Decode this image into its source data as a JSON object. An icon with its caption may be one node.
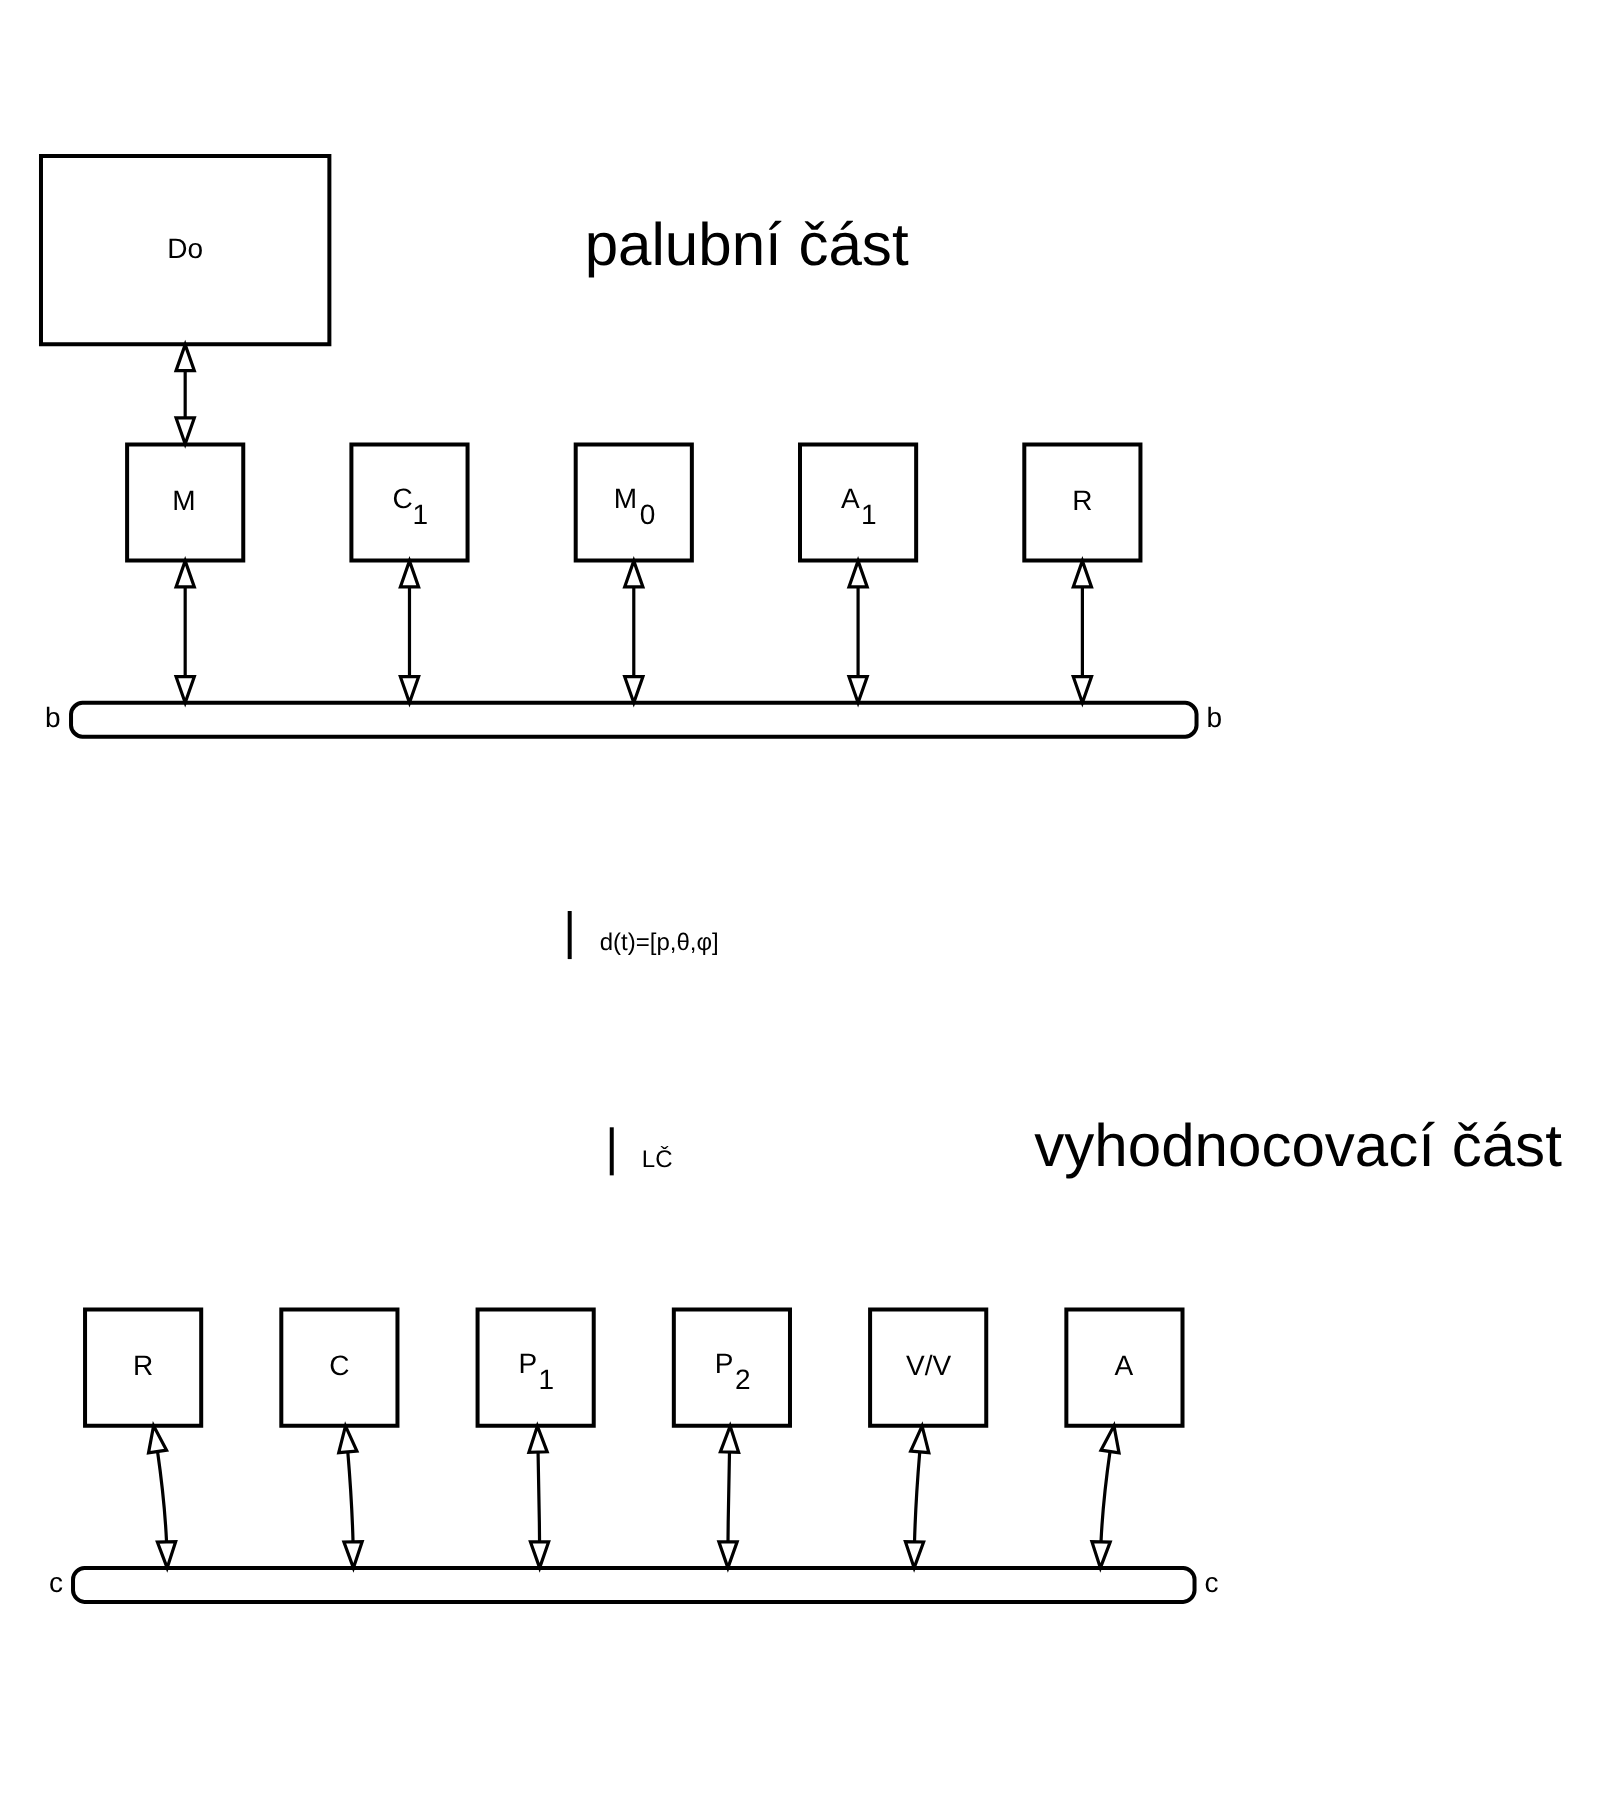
{
  "diagram": {
    "nodes": [
      {
        "text": [
          "Do"
        ]
      },
      {
        "text": [
          "M"
        ]
      },
      {
        "text": [
          "C$_{1}$"
        ]
      },
      {
        "text": [
          "M$_{0}$"
        ]
      },
      {
        "text": [
          "A$_{1}$"
        ]
      },
      {
        "text": [
          "R"
        ]
      },
      {
        "text": [],
        "shape": "bar",
        "beside": [
          "b",
          "b"
        ]
      },
      {
        "text": [
          "R"
        ]
      },
      {
        "text": [
          "C"
        ]
      },
      {
        "text": [
          "P$_{1}$"
        ]
      },
      {
        "text": [
          "P$_{2}$"
        ]
      },
      {
        "text": [
          "V/V"
        ]
      },
      {
        "text": [
          "A"
        ]
      },
      {
        "text": [],
        "shape": "bar",
        "beside": [
          "c",
          "c"
        ]
      }
    ],
    "edges": [
      {
        "from": 0,
        "to": 1,
        "arrow": "both"
      },
      {
        "from": 1,
        "to": 6,
        "arrow": "both"
      },
      {
        "from": 2,
        "to": 6,
        "arrow": "both"
      },
      {
        "from": 3,
        "to": 6,
        "arrow": "both"
      },
      {
        "from": 4,
        "to": 6,
        "arrow": "both"
      },
      {
        "from": 5,
        "to": 6,
        "arrow": "both"
      },
      {
        "from": 7,
        "to": 13,
        "arrow": "both"
      },
      {
        "from": 8,
        "to": 13,
        "arrow": "both"
      },
      {
        "from": 9,
        "to": 13,
        "arrow": "both"
      },
      {
        "from": 10,
        "to": 13,
        "arrow": "both"
      },
      {
        "from": 11,
        "to": 13,
        "arrow": "both"
      },
      {
        "from": 12,
        "to": 13,
        "arrow": "both"
      }
    ],
    "labels": [
      "palubní část",
      "d(t)=[p,θ,φ]",
      "LČ",
      "vyhodnocovací část"
    ]
  }
}
